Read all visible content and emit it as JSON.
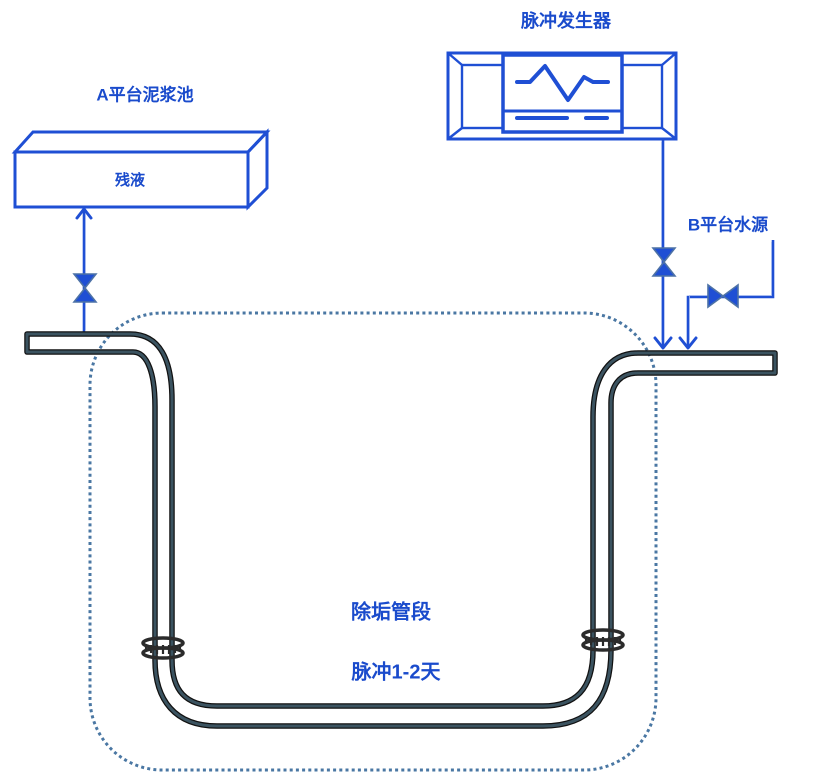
{
  "diagram": {
    "pulse_generator": {
      "label": "脉冲发生器",
      "icon": "waveform-monitor-icon"
    },
    "platform_a_tank": {
      "label": "A平台泥浆池",
      "content": "残液"
    },
    "platform_b_water": {
      "label": "B平台水源"
    },
    "pipe_section": {
      "label": "除垢管段",
      "duration": "脉冲1-2天"
    },
    "valves": [
      {
        "name": "tank-a-return-valve",
        "orientation": "vertical"
      },
      {
        "name": "pulse-generator-valve",
        "orientation": "vertical"
      },
      {
        "name": "water-source-valve",
        "orientation": "horizontal"
      }
    ],
    "flows": [
      {
        "from": "pipe_section",
        "to": "platform_a_tank",
        "direction": "up"
      },
      {
        "from": "pulse_generator",
        "to": "pipe_section",
        "direction": "down"
      },
      {
        "from": "platform_b_water",
        "to": "pipe_section",
        "direction": "down"
      }
    ]
  },
  "colors": {
    "line_blue": "#1f4fd4",
    "text_blue": "#1a4bcc",
    "pipe": "#3b5360",
    "region_dotted": "#4a77a3",
    "valve_outline": "#4d72a6"
  }
}
